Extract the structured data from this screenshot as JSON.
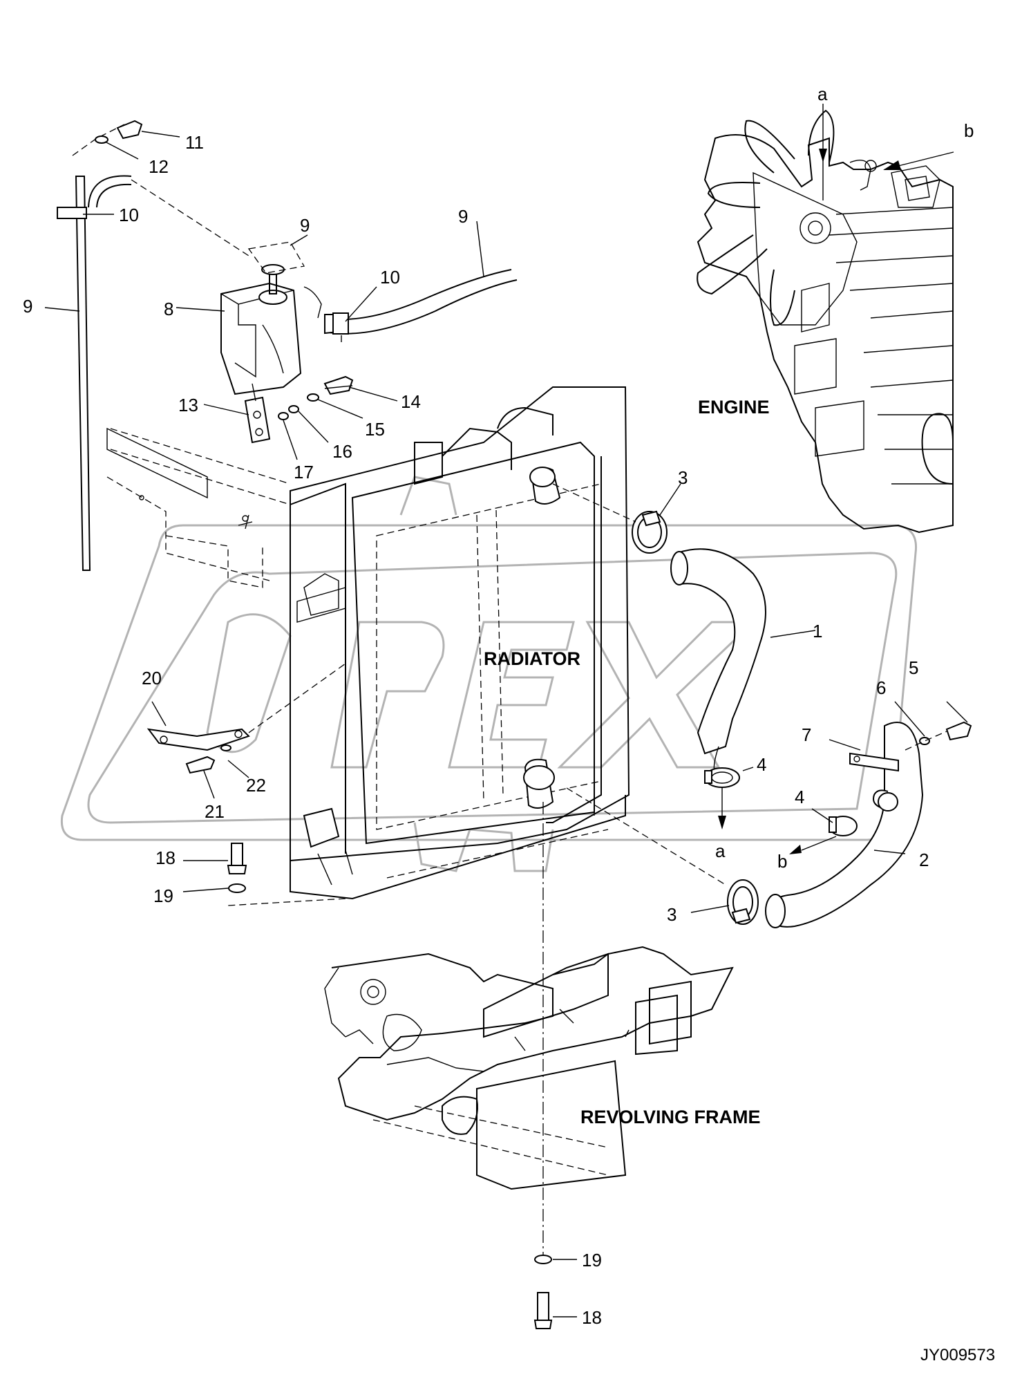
{
  "section_labels": {
    "engine": "ENGINE",
    "radiator": "RADIATOR",
    "revolving_frame": "REVOLVING FRAME"
  },
  "figure_ref": "JY009573",
  "watermark": "OPEX",
  "callouts": [
    {
      "id": "c11",
      "text": "11"
    },
    {
      "id": "c12",
      "text": "12"
    },
    {
      "id": "c10a",
      "text": "10"
    },
    {
      "id": "c9a",
      "text": "9"
    },
    {
      "id": "c9b",
      "text": "9"
    },
    {
      "id": "c9c",
      "text": "9"
    },
    {
      "id": "c10b",
      "text": "10"
    },
    {
      "id": "c8",
      "text": "8"
    },
    {
      "id": "c14",
      "text": "14"
    },
    {
      "id": "c13",
      "text": "13"
    },
    {
      "id": "c15",
      "text": "15"
    },
    {
      "id": "c16",
      "text": "16"
    },
    {
      "id": "c17",
      "text": "17"
    },
    {
      "id": "c3a",
      "text": "3"
    },
    {
      "id": "c1",
      "text": "1"
    },
    {
      "id": "c5",
      "text": "5"
    },
    {
      "id": "c6",
      "text": "6"
    },
    {
      "id": "c20",
      "text": "20"
    },
    {
      "id": "c7",
      "text": "7"
    },
    {
      "id": "c4a",
      "text": "4"
    },
    {
      "id": "c4b",
      "text": "4"
    },
    {
      "id": "c22",
      "text": "22"
    },
    {
      "id": "c21",
      "text": "21"
    },
    {
      "id": "c2",
      "text": "2"
    },
    {
      "id": "c18a",
      "text": "18"
    },
    {
      "id": "c19a",
      "text": "19"
    },
    {
      "id": "c3b",
      "text": "3"
    },
    {
      "id": "c19b",
      "text": "19"
    },
    {
      "id": "c18b",
      "text": "18"
    },
    {
      "id": "ca1",
      "text": "a"
    },
    {
      "id": "cb1",
      "text": "b"
    },
    {
      "id": "ca2",
      "text": "a"
    },
    {
      "id": "cb2",
      "text": "b"
    }
  ]
}
